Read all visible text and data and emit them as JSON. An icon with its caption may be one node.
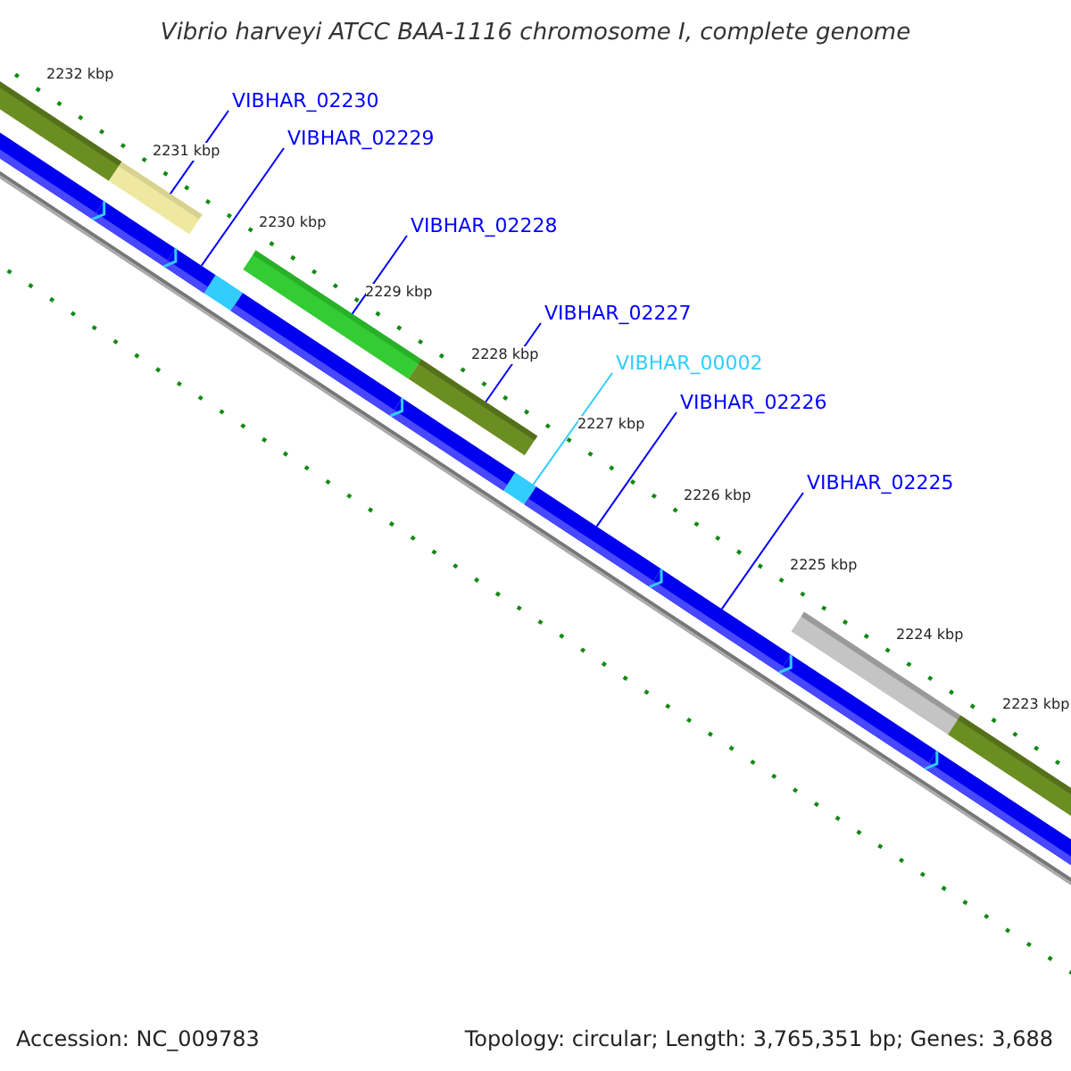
{
  "diagram": {
    "title": "Vibrio harveyi ATCC BAA-1116 chromosome I, complete genome",
    "nodes": [
      {
        "text": [
          "VIBHAR_02230"
        ]
      },
      {
        "text": [
          "VIBHAR_02229"
        ]
      },
      {
        "text": [
          "VIBHAR_02228"
        ]
      },
      {
        "text": [
          "VIBHAR_02227"
        ]
      },
      {
        "text": [
          "VIBHAR_00002"
        ]
      },
      {
        "text": [
          "VIBHAR_02226"
        ]
      },
      {
        "text": [
          "VIBHAR_02225"
        ]
      },
      {
        "text": [],
        "shape": "bar"
      },
      {
        "text": [],
        "shape": "bar"
      },
      {
        "text": [],
        "shape": "bar"
      },
      {
        "text": [],
        "shape": "bar"
      },
      {
        "text": [],
        "shape": "bar"
      },
      {
        "text": [],
        "shape": "bar"
      },
      {
        "text": [],
        "shape": "bar"
      },
      {
        "text": [],
        "shape": "bar"
      },
      {
        "text": [],
        "shape": "bar"
      },
      {
        "text": [],
        "shape": "bar"
      },
      {
        "text": [],
        "shape": "bar"
      },
      {
        "text": [],
        "shape": "bar"
      },
      {
        "text": [],
        "shape": "bar"
      },
      {
        "text": [],
        "shape": "bar"
      },
      {
        "text": [],
        "shape": "bar"
      },
      {
        "text": [],
        "shape": "bar"
      },
      {
        "text": [],
        "shape": "bar"
      }
    ],
    "edges": [
      {
        "from": 0,
        "to": 9,
        "arrow": "none"
      },
      {
        "from": 1,
        "to": 11,
        "arrow": "none"
      },
      {
        "from": 2,
        "to": 13,
        "arrow": "none"
      },
      {
        "from": 3,
        "to": 15,
        "arrow": "none"
      },
      {
        "from": 4,
        "to": 17,
        "arrow": "none",
        "color": "#33ccff"
      },
      {
        "from": 5,
        "to": 18,
        "arrow": "none"
      },
      {
        "from": 6,
        "to": 19,
        "arrow": "none"
      }
    ],
    "labels": [
      "2232 kbp",
      "2231 kbp",
      "2230 kbp",
      "2229 kbp",
      "2228 kbp",
      "2227 kbp",
      "2226 kbp",
      "2225 kbp",
      "2224 kbp",
      "2223 kbp",
      "Accession: NC_009783",
      "Topology: circular; Length: 3,765,351 bp; Genes: 3,688"
    ]
  }
}
